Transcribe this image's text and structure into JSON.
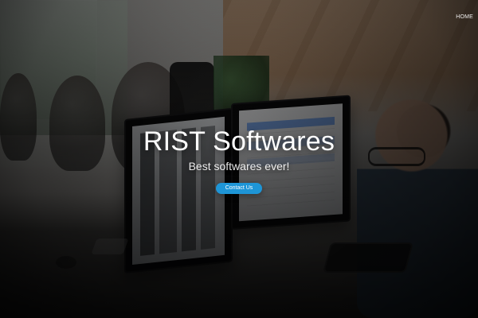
{
  "nav": {
    "items": [
      {
        "label": "HOME"
      }
    ]
  },
  "hero": {
    "title": "RIST Softwares",
    "subtitle": "Best softwares ever!",
    "cta_label": "Contact Us"
  },
  "colors": {
    "cta_bg": "#1e95d6",
    "text": "#ffffff",
    "overlay": "#000000"
  }
}
